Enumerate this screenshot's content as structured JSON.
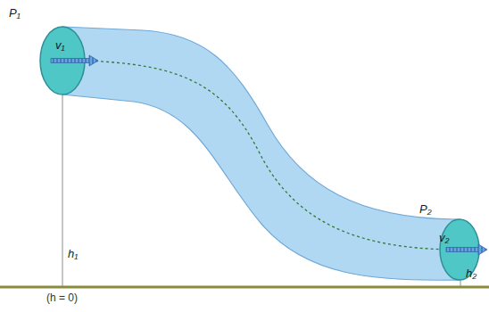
{
  "diagram": {
    "labels": [
      "P₁",
      "v₁",
      "h₁",
      "(h = 0)",
      "P₂",
      "v₂",
      "h₂"
    ]
  }
}
